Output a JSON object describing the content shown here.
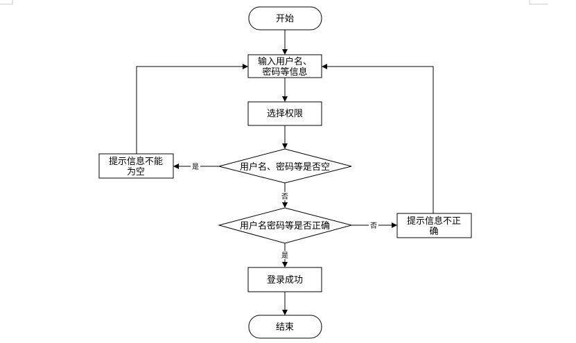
{
  "nodes": {
    "start": {
      "lines": [
        "开始"
      ]
    },
    "input": {
      "lines": [
        "输入用户名、",
        "密码等信息"
      ]
    },
    "select_role": {
      "lines": [
        "选择权限"
      ]
    },
    "check_empty": {
      "lines": [
        "用户名、密码等是否空"
      ]
    },
    "empty_prompt": {
      "lines": [
        "提示信息不能",
        "为空"
      ]
    },
    "check_correct": {
      "lines": [
        "用户名密码等是否正确"
      ]
    },
    "error_prompt": {
      "lines": [
        "提示信息不正",
        "确"
      ]
    },
    "login_success": {
      "lines": [
        "登录成功"
      ]
    },
    "end": {
      "lines": [
        "结束"
      ]
    }
  },
  "edges": {
    "empty_yes": "是",
    "empty_no": "否",
    "correct_no": "否",
    "correct_yes": "是"
  }
}
